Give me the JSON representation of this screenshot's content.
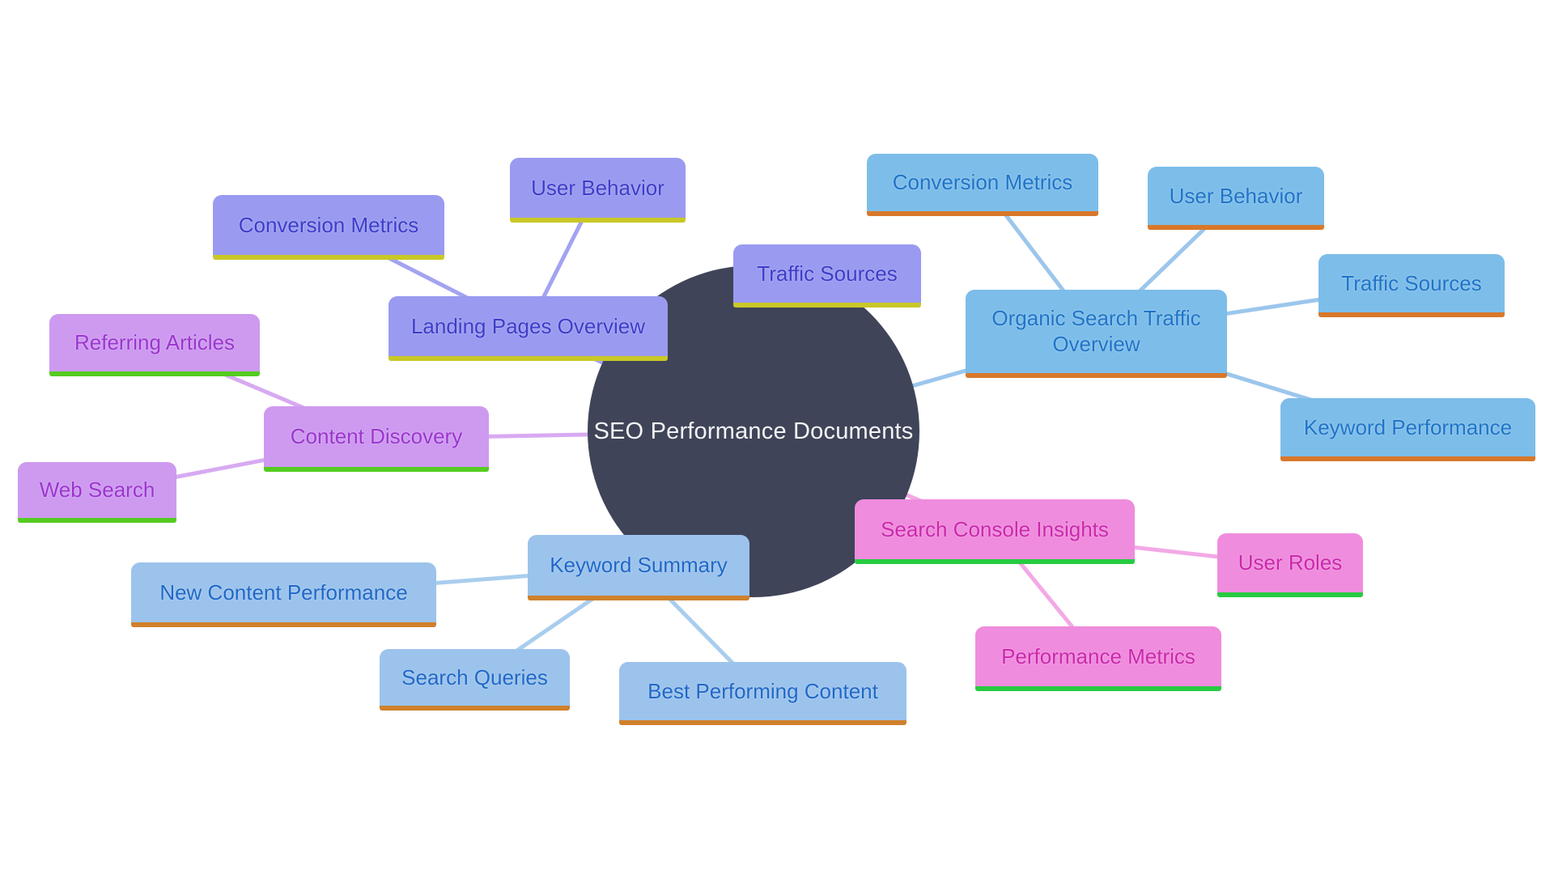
{
  "diagram": {
    "type": "mindmap",
    "root": {
      "label": "SEO Performance Documents"
    }
  },
  "nodes": {
    "center": "SEO Performance Documents",
    "landing": "Landing Pages Overview",
    "conv_a": "Conversion Metrics",
    "user_a": "User Behavior",
    "traffic_a": "Traffic Sources",
    "content": "Content Discovery",
    "referring": "Referring Articles",
    "web": "Web Search",
    "keyword": "Keyword Summary",
    "newcontent": "New Content Performance",
    "queries": "Search Queries",
    "best": "Best Performing Content",
    "organic": "Organic Search Traffic Overview",
    "conv_d": "Conversion Metrics",
    "user_d": "User Behavior",
    "traffic_d": "Traffic Sources",
    "keyperf": "Keyword Performance",
    "console": "Search Console Insights",
    "roles": "User Roles",
    "perf": "Performance Metrics"
  },
  "colors": {
    "root-fill": "#3f4458",
    "root-text": "#f4f4f6",
    "periwinkle-fill": "#9a9af0",
    "periwinkle-text": "#3d3dc9",
    "periwinkle-underline": "#c9c827",
    "periwinkle-edge": "#a3a3f2",
    "purple-fill": "#cd9af0",
    "purple-text": "#9c35cf",
    "purple-underline": "#55cb21",
    "purple-edge": "#d7aaf1",
    "blue-fill": "#9cc3ec",
    "blue-text": "#2068c8",
    "blue-underline": "#d0802b",
    "blue-edge": "#a9cdee",
    "skyblue-fill": "#7dbde9",
    "skyblue-text": "#1f74c8",
    "skyblue-underline": "#d8782a",
    "skyblue-edge": "#9cc6ec",
    "pink-fill": "#ef8cdd",
    "pink-text": "#cb28ac",
    "pink-underline": "#27cb42",
    "pink-edge": "#f3a9e6",
    "background": "#ffffff"
  }
}
